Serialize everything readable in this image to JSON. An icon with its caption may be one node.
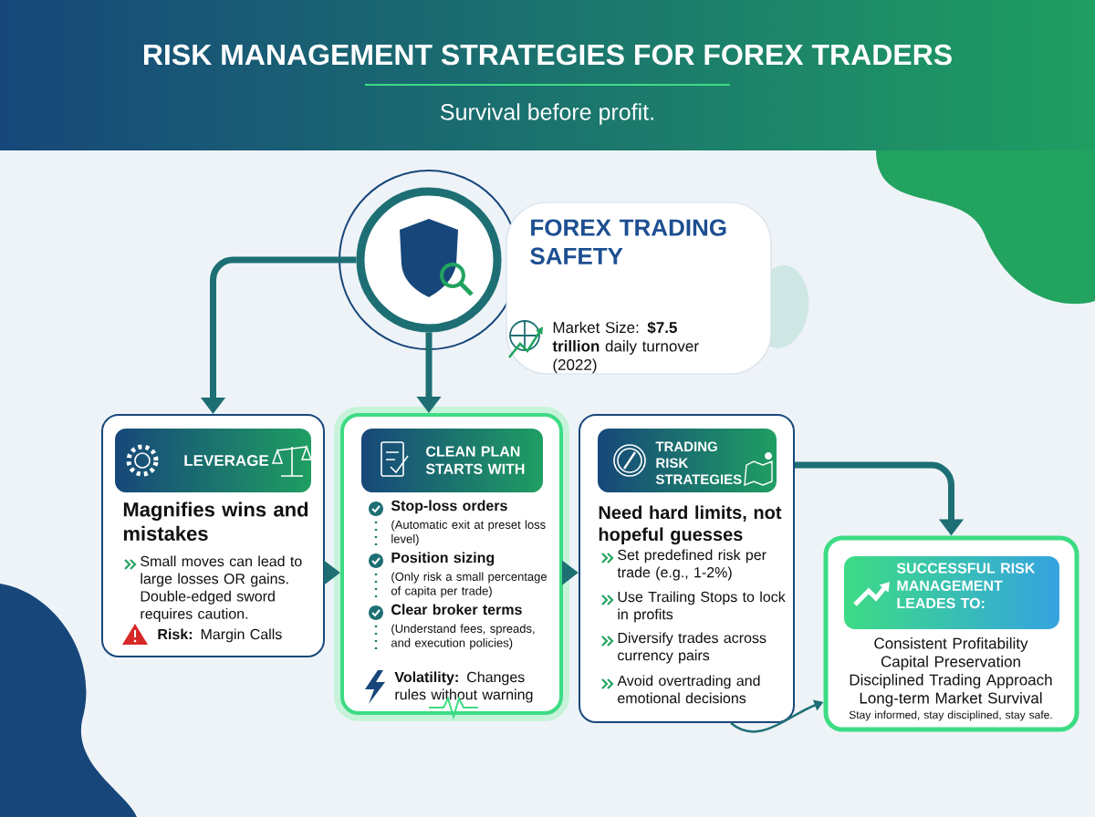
{
  "diagram": {
    "title": "RISK MANAGEMENT STRATEGIES FOR FOREX TRADERS",
    "nodes": [
      {
        "text": [],
        "shape": "circle"
      },
      {
        "text": [
          "FOREX TRADING SAFETY",
          "Market Size: **$7.5 trillion** daily turnover (2022)"
        ]
      },
      {
        "text": [
          "LEVERAGE",
          "Magnifies wins and mistakes",
          "Small moves can lead to large losses OR gains. Double-edged sword requires caution.",
          "**Risk:** Margin Calls"
        ]
      },
      {
        "text": [
          "CLEAN PLAN STARTS WITH",
          "Stop-loss orders",
          "(Automatic exit at preset loss level)",
          "Position sizing",
          "(Only risk a small percentage of capita per trade)",
          "Clear broker terms",
          "(Understand fees, spreads, and execution policies)",
          "**Volatility:** Changes rules without warning"
        ]
      },
      {
        "text": [
          "TRADING RISK STRATEGIES",
          "Need hard limits, not hopeful guesses",
          "Set predefined risk per trade (e.g., 1-2%)",
          "Use Trailing Stops to lock in profits",
          "Diversify trades across currency pairs",
          "Avoid overtrading and emotional decisions"
        ]
      },
      {
        "text": [
          "SUCCESSFUL RISK MANAGEMENT LEADES TO:",
          "Consistent Profitability",
          "Capital Preservation",
          "Disciplined Trading Approach",
          "Long-term Market Survival",
          "Stay informed, stay disciplined, stay safe."
        ]
      }
    ],
    "edges": [
      {
        "from": 0,
        "to": 2,
        "arrow": "to"
      },
      {
        "from": 0,
        "to": 3,
        "arrow": "to"
      },
      {
        "from": 2,
        "to": 3,
        "arrow": "to"
      },
      {
        "from": 3,
        "to": 4,
        "arrow": "to"
      },
      {
        "from": 4,
        "to": 5,
        "arrow": "to"
      },
      {
        "from": 4,
        "to": 5,
        "arrow": "to"
      }
    ],
    "labels": [
      "Survival before profit."
    ]
  }
}
